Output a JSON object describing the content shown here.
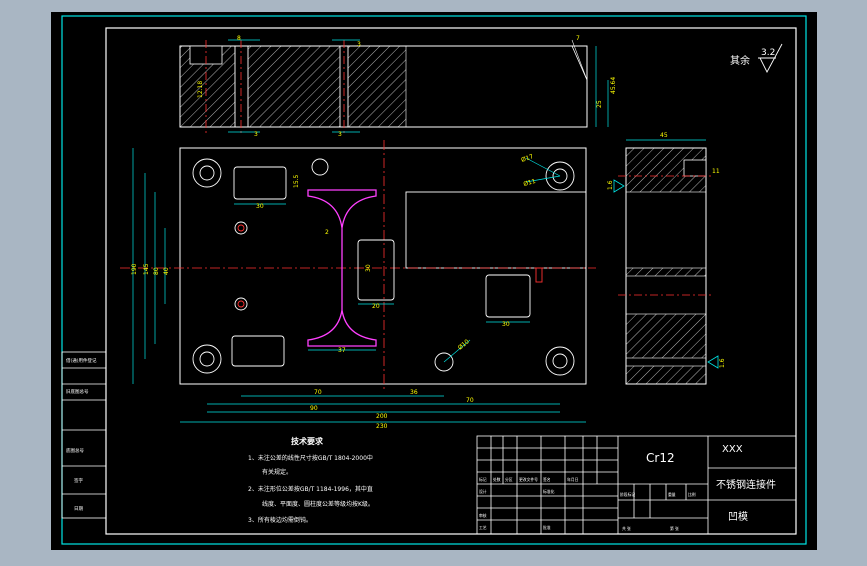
{
  "surface_roughness": {
    "prefix": "其余",
    "value": "3.2"
  },
  "top_view_dims": {
    "slot_width": "8",
    "offset_a": "3",
    "offset_b": "3",
    "depth_left": "12.18",
    "slope": "7",
    "depth_right": "25",
    "total_height": "45.64"
  },
  "plan_dims": {
    "hole_dia_top": "Ø17",
    "hole_dia_mid": "Ø11",
    "hole_dia_low": "Ø10",
    "small_h": "15.5",
    "pocket_w_top": "30",
    "web_gap": "2",
    "pocket_h_mid": "30",
    "pocket_w_mid": "20",
    "flange_w": "37",
    "pocket_w_right": "30",
    "vert_1": "190",
    "vert_2": "145",
    "vert_3": "80",
    "vert_4": "40",
    "horiz_1": "70",
    "horiz_2": "36",
    "horiz_3": "70",
    "horiz_4": "90",
    "horiz_5": "200",
    "horiz_6": "230"
  },
  "side_view_dims": {
    "width": "45",
    "callout_a": "11",
    "callout_b": "1.6",
    "callout_c": "1.6"
  },
  "tech_req": {
    "title": "技术要求",
    "line1": "1、未注公差的线性尺寸按GB/T 1804-2000中",
    "line1b": "有关规定。",
    "line2": "2、未注形位公差按GB/T 1184-1996，其中直",
    "line2b": "线度、平面度、圆柱度公差等级均按K级。",
    "line3": "3、所有棱边均需倒钝。"
  },
  "title_block": {
    "material": "Cr12",
    "company": "XXX",
    "part_name": "不锈钢连接件",
    "drawing_name": "凹模",
    "small_labels": [
      "标记",
      "处数",
      "分区",
      "更改文件号",
      "签名",
      "年月日",
      "设计",
      "标准化",
      "阶段标记",
      "重量",
      "比例",
      "审核",
      "工艺",
      "批准",
      "共 张",
      "第 张"
    ]
  },
  "left_strip": [
    "借(通)用件登记",
    "旧底图总号",
    "底图总号",
    "签字",
    "日期"
  ]
}
